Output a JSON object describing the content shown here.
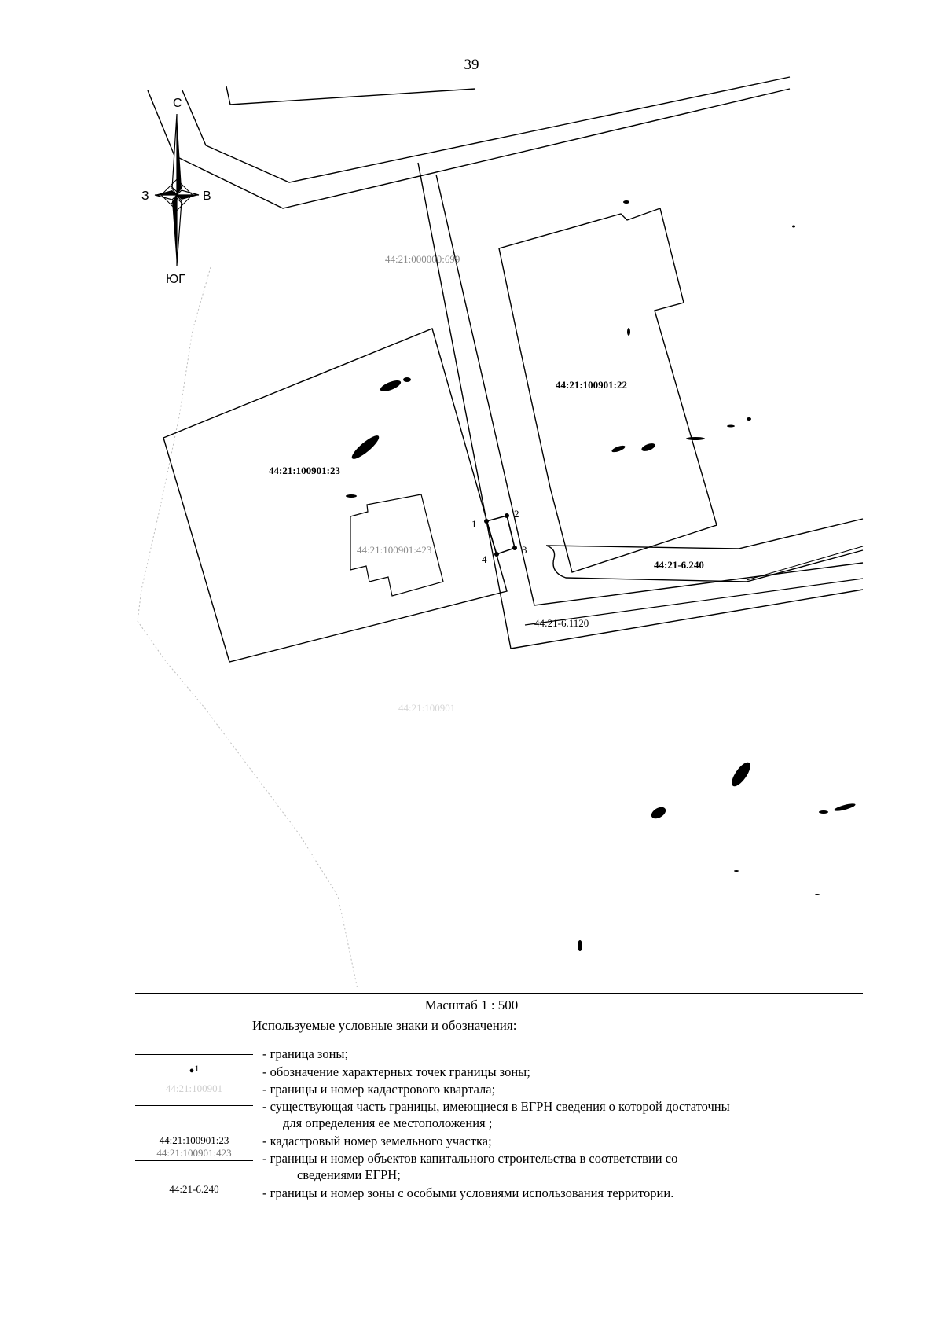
{
  "page_number": "39",
  "compass": {
    "north": "С",
    "south": "ЮГ",
    "west": "З",
    "east": "В"
  },
  "map_labels": {
    "quarter_faded": "44:21:000000:699",
    "parcel_22": "44:21:100901:22",
    "parcel_23": "44:21:100901:23",
    "building_423": "44:21:100901:423",
    "zone_6_240": "44:21-6.240",
    "zone_6_1120": "44:21-6.1120",
    "quarter_bottom_faded": "44:21:100901"
  },
  "points": [
    "1",
    "2",
    "3",
    "4"
  ],
  "scale": "Масштаб 1 : 500",
  "legend": {
    "title": "Используемые условные знаки и обозначения:",
    "items": [
      {
        "symbol": "",
        "text": "- граница зоны;"
      },
      {
        "symbol": "1",
        "text": "- обозначение характерных точек границы зоны;"
      },
      {
        "symbol": "44:21:100901",
        "text": "- границы и номер кадастрового квартала;"
      },
      {
        "symbol": "",
        "text": "- существующая часть границы, имеющиеся в ЕГРН сведения о которой достаточны",
        "text2": "для определения ее местоположения ;"
      },
      {
        "symbol": "44:21:100901:23",
        "text": "- кадастровый номер земельного участка;"
      },
      {
        "symbol": "44:21:100901:423",
        "text": "- границы и номер объектов капитального строительства в соответствии со",
        "text2": "сведениями ЕГРН;"
      },
      {
        "symbol": "44:21-6.240",
        "text": "- границы и номер зоны с особыми условиями использования территории."
      }
    ]
  }
}
